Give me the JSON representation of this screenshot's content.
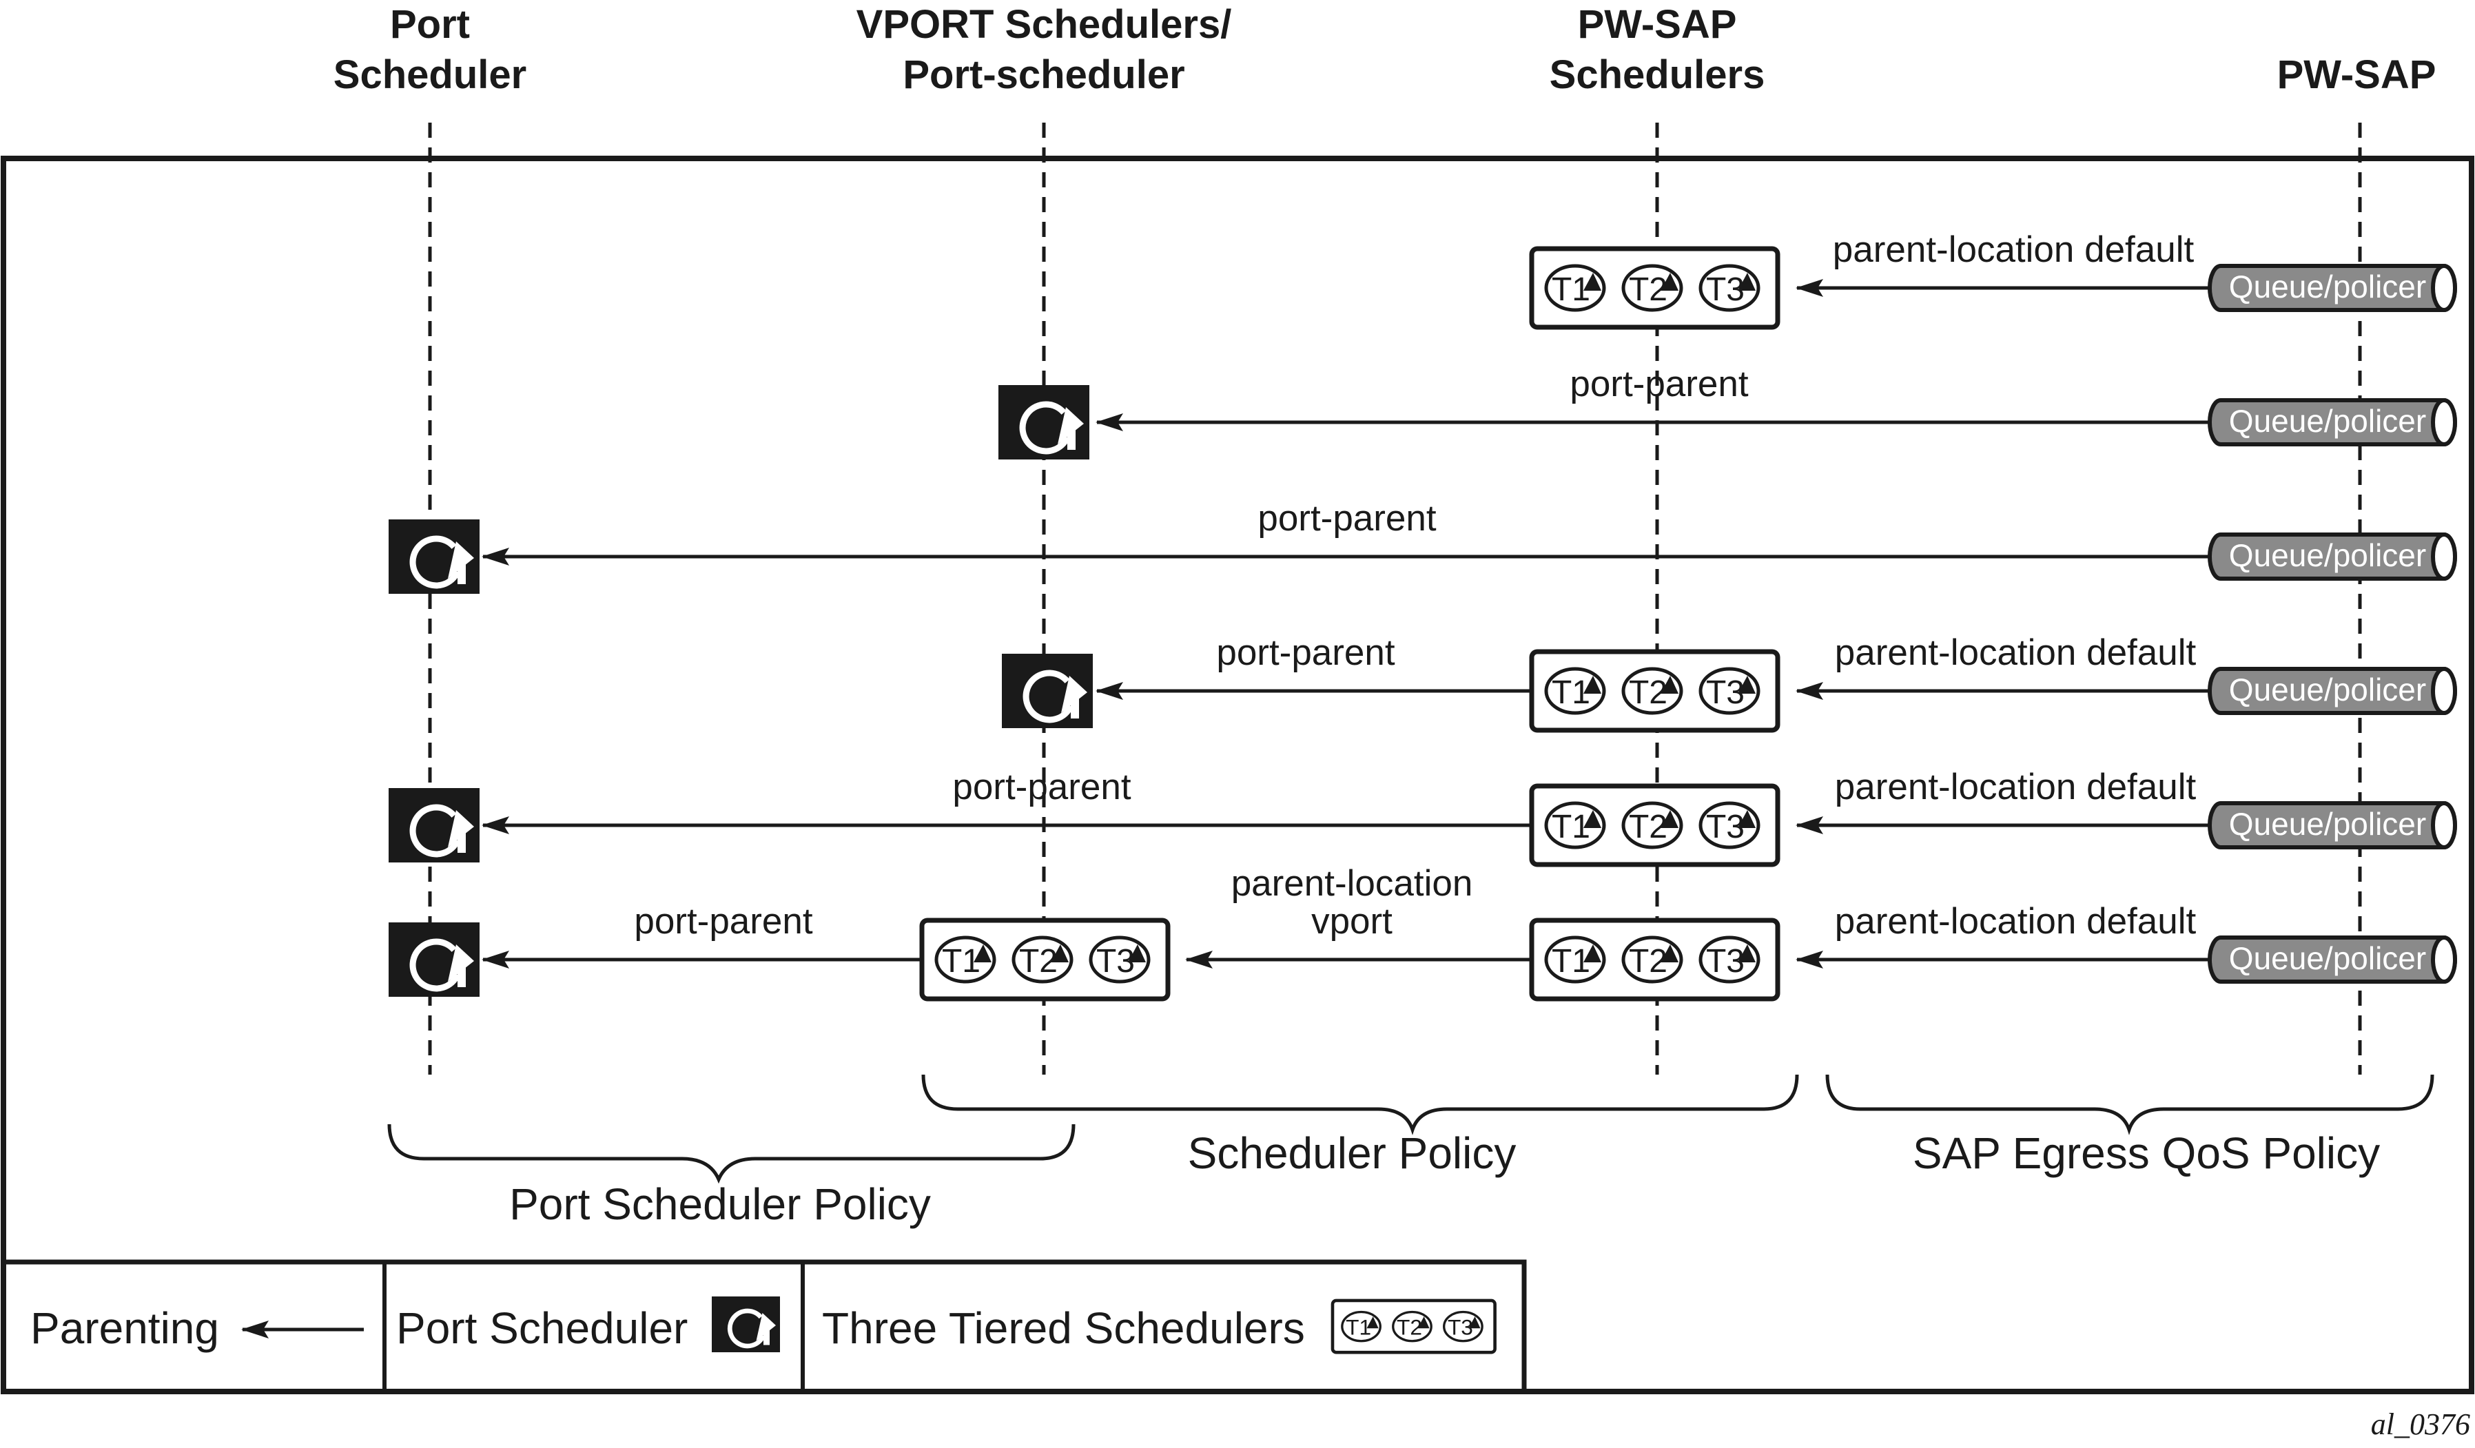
{
  "columns": {
    "port_scheduler": [
      "Port",
      "Scheduler"
    ],
    "vport": [
      "VPORT Schedulers/",
      "Port-scheduler"
    ],
    "pw_sap_sched": [
      "PW-SAP",
      "Schedulers"
    ],
    "pw_sap": "PW-SAP"
  },
  "tiers": [
    "T1",
    "T2",
    "T3"
  ],
  "queue_label": "Queue/policer",
  "arrow_labels": {
    "parent_location_default": "parent-location default",
    "port_parent": "port-parent",
    "parent_location_vport": [
      "parent-location",
      "vport"
    ]
  },
  "braces": {
    "port_scheduler_policy": "Port Scheduler Policy",
    "scheduler_policy": "Scheduler Policy",
    "sap_egress_qos_policy": "SAP Egress QoS Policy"
  },
  "legend": {
    "parenting": "Parenting",
    "port_scheduler": "Port Scheduler",
    "three_tiered": "Three Tiered Schedulers"
  },
  "figure_id": "al_0376",
  "colors": {
    "line": "#1a1a1a",
    "queue_fill": "#8a8a8a",
    "scheduler_fill": "#1a1a1a"
  }
}
